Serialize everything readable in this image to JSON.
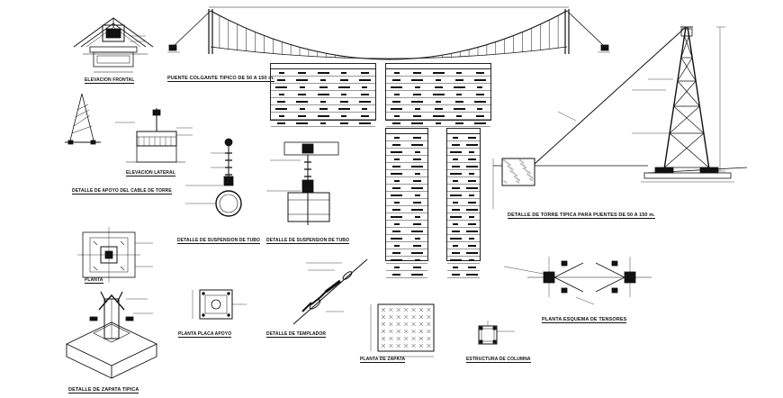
{
  "drawing": {
    "labels": {
      "elevacion_frontal": "ELEVACION FRONTAL",
      "puente_colgante": "PUENTE COLGANTE TIPICO DE 50 A 150 m.",
      "elevacion_lateral": "ELEVACION LATERAL",
      "detalle_apoyo_cable": "DETALLE DE APOYO DEL CABLE DE TORRE",
      "detalle_suspension_1": "DETALLE DE SUSPENSION DE TUBO",
      "detalle_suspension_2": "DETALLE DE SUSPENSION DE TUBO",
      "detalle_torre": "DETALLE DE TORRE TIPICA PARA PUENTES DE 50 A 150 m.",
      "planta": "PLANTA",
      "planta_placa_apoyo": "PLANTA PLACA APOYO",
      "detalle_templador": "DETALLE DE TEMPLADOR",
      "planta_zapata": "PLANTA DE ZAPATA",
      "estructura_columna": "ESTRUCTURA DE COLUMNA",
      "planta_esquema_tensores": "PLANTA ESQUEMA DE TENSORES",
      "detalle_zapata": "DETALLE DE ZAPATA TIPICA"
    },
    "line_color": "#111111",
    "hatch_color": "#555555"
  }
}
